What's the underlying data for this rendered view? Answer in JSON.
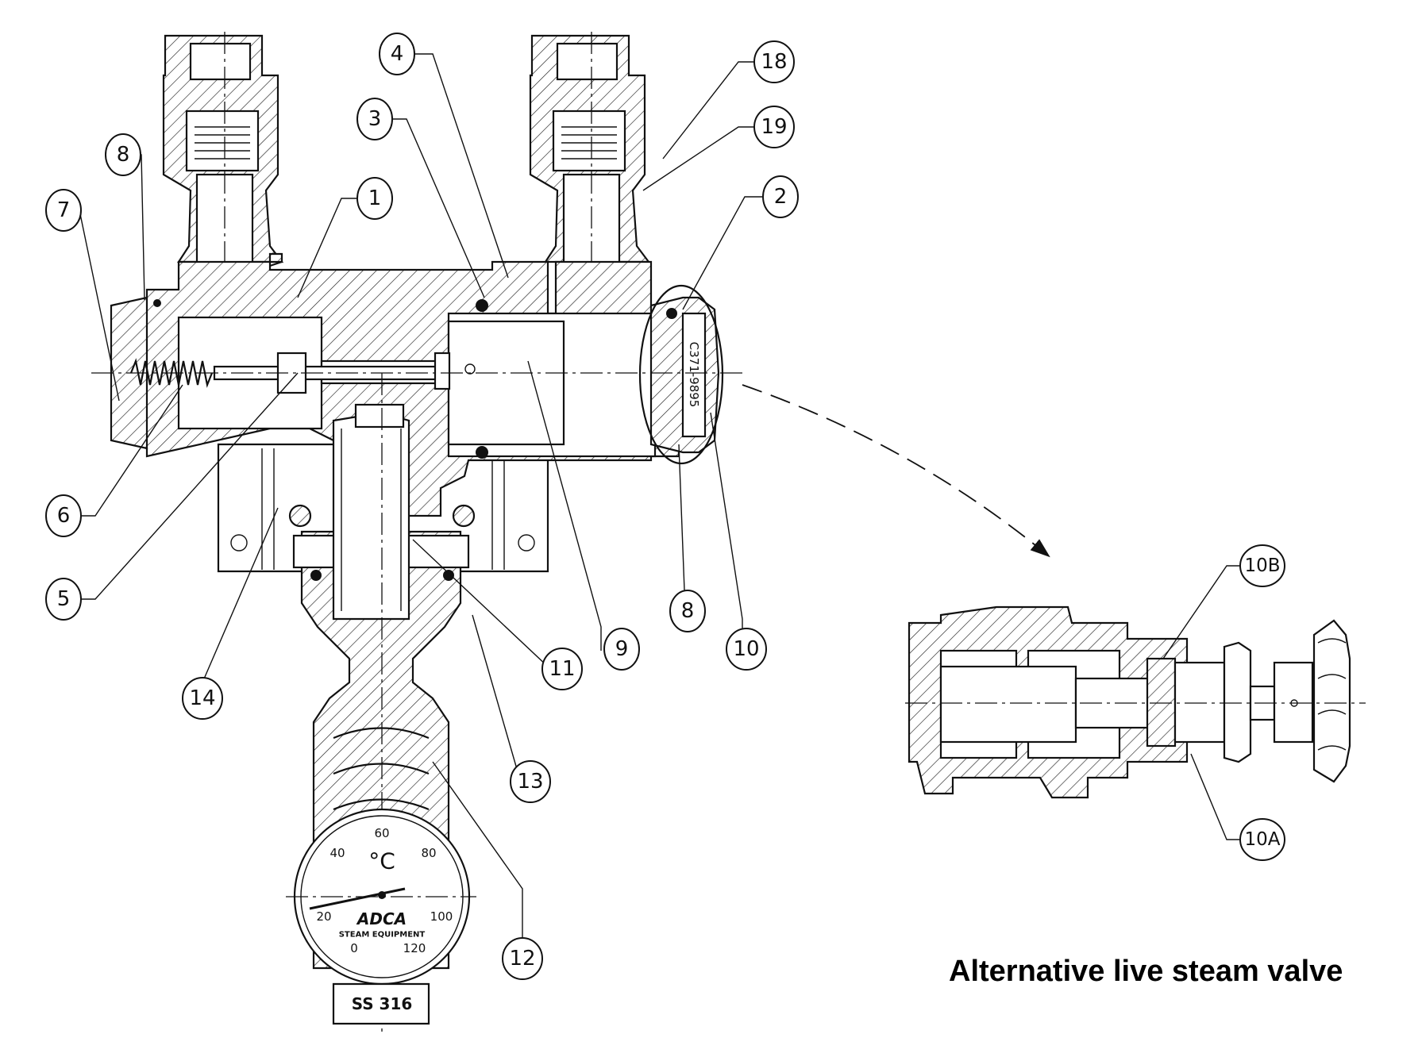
{
  "callouts": {
    "c1": "1",
    "c2": "2",
    "c3": "3",
    "c4": "4",
    "c5": "5",
    "c6": "6",
    "c7": "7",
    "c8a": "8",
    "c8b": "8",
    "c9": "9",
    "c10": "10",
    "c11": "11",
    "c12": "12",
    "c13": "13",
    "c14": "14",
    "c18": "18",
    "c19": "19",
    "c10a": "10A",
    "c10b": "10B"
  },
  "gauge": {
    "unit": "°C",
    "ticks": [
      "0",
      "20",
      "40",
      "60",
      "80",
      "100",
      "120"
    ],
    "brand": "ADCA",
    "tagline": "STEAM EQUIPMENT"
  },
  "nameplate": "SS 316",
  "plug_marking": "C371-9895",
  "caption": "Alternative live steam valve"
}
